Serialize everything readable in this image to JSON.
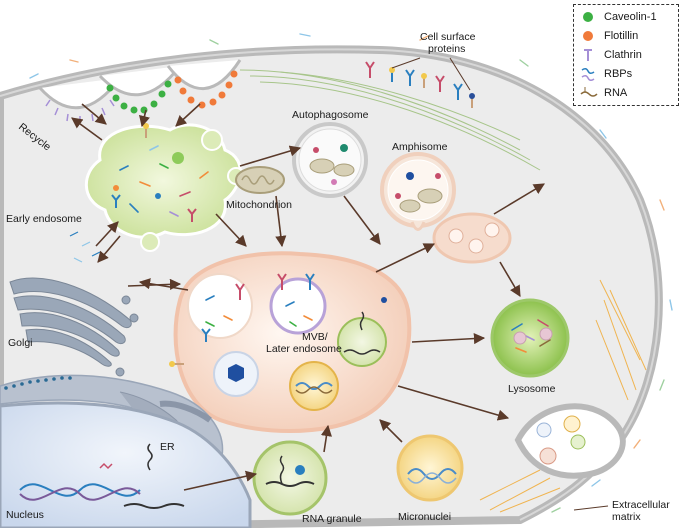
{
  "legend": {
    "items": [
      {
        "label": "Caveolin-1",
        "color": "#3cb043"
      },
      {
        "label": "Flotillin",
        "color": "#f07a3a"
      },
      {
        "label": "Clathrin",
        "color": "#a58fd6"
      },
      {
        "label": "RBPs",
        "color": "#2a7fbf"
      },
      {
        "label": "RNA",
        "color": "#8a6a3a"
      }
    ]
  },
  "labels": {
    "cell_surface_line1": "Cell surface",
    "cell_surface_line2": "proteins",
    "recycle": "Recycle",
    "early_endosome": "Early endosome",
    "autophagosome": "Autophagosome",
    "amphisome": "Amphisome",
    "mitochondrion": "Mitochondrion",
    "golgi": "Golgi",
    "mvb_line1": "MVB/",
    "mvb_line2": "Later endosome",
    "lysosome": "Lysosome",
    "nucleus": "Nucleus",
    "er": "ER",
    "rna_granule": "RNA granule",
    "micronuclei": "Micronuclei",
    "ecm_line1": "Extracellular",
    "ecm_line2": "matrix"
  },
  "colors": {
    "cytoplasm": "#eeeeee",
    "membrane": "#b5b5b5",
    "early_endosome_fill": "#dcebb8",
    "mvb_fill": "#f6dccd",
    "lysosome_fill": "#a9d36a",
    "nucleus_fill": "#dce6f4",
    "golgi_fill": "#9aa7b8",
    "arrow": "#5a3a2a"
  }
}
